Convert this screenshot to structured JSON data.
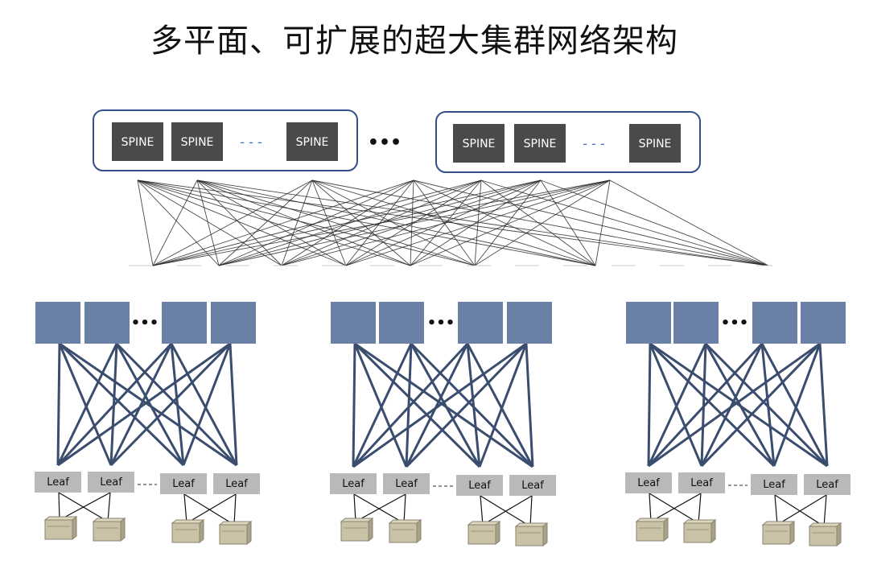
{
  "title": "多平面、可扩展的超大集群网络架构",
  "spine_groups": [
    {
      "spines": [
        "SPINE",
        "SPINE",
        "SPINE"
      ],
      "gap_dashes": "- - -"
    },
    {
      "spines": [
        "SPINE",
        "SPINE",
        "SPINE"
      ],
      "gap_dashes": "- - -"
    }
  ],
  "between_groups_ellipsis": "•••",
  "pods": [
    {
      "block_ellipsis": "•••",
      "leaves": [
        "Leaf",
        "Leaf",
        "Leaf",
        "Leaf"
      ]
    },
    {
      "block_ellipsis": "•••",
      "leaves": [
        "Leaf",
        "Leaf",
        "Leaf",
        "Leaf"
      ]
    },
    {
      "block_ellipsis": "•••",
      "leaves": [
        "Leaf",
        "Leaf",
        "Leaf",
        "Leaf"
      ]
    }
  ],
  "colors": {
    "spine_fill": "#4a4a4a",
    "group_border": "#34508a",
    "block_fill": "#6a80a6",
    "pod_line": "#3b4d6e",
    "leaf_fill": "#b9b9b9",
    "server_fill": "#c9c2a6",
    "mesh_line": "#2a2a2a"
  }
}
